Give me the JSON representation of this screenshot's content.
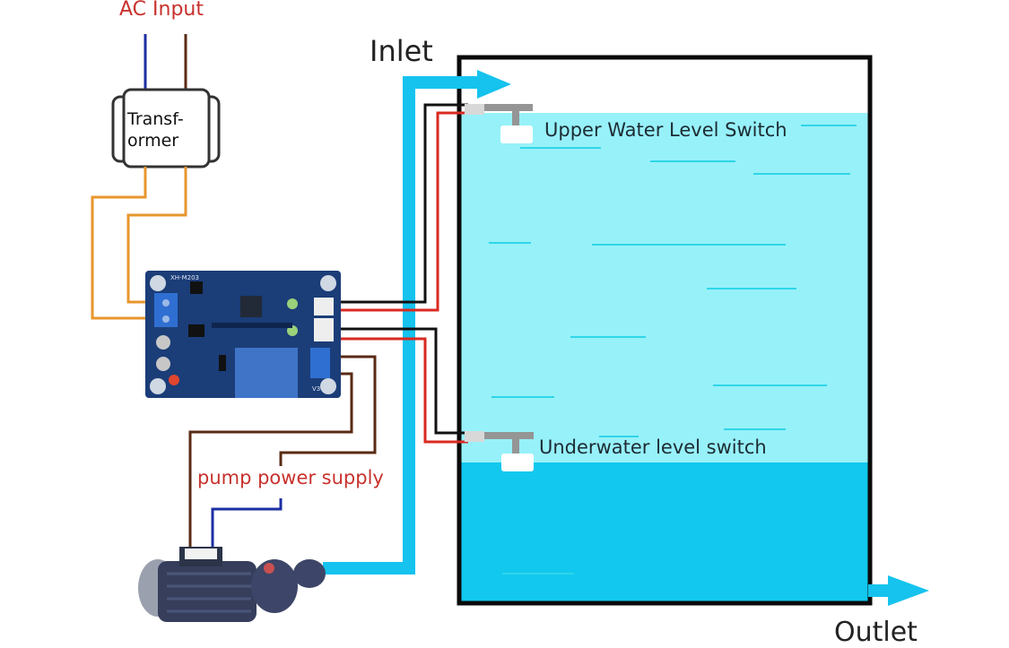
{
  "labels": {
    "ac_input": "AC Input",
    "transformer_line1": "Transf-",
    "transformer_line2": "ormer",
    "inlet": "Inlet",
    "upper_switch": "Upper Water Level Switch",
    "lower_switch": "Underwater level switch",
    "pump_power": "pump power supply",
    "outlet": "Outlet",
    "board_model": "XH-M203",
    "relay_terminal": "V3"
  },
  "colors": {
    "water_upper": "#97f1f9",
    "water_lower": "#12c8ef",
    "pipe": "#15c3ee",
    "wire_blue": "#1c2fa3",
    "wire_brown": "#5a2a14",
    "wire_orange": "#e8962e",
    "wire_red": "#d92a22",
    "wire_black": "#111111",
    "tank_outline": "#0a0a0a",
    "label_red": "#c8322e",
    "board_blue": "#1b3d78"
  }
}
